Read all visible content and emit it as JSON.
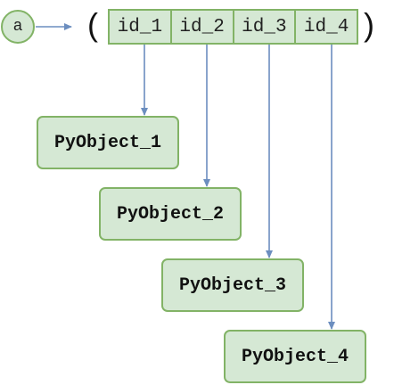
{
  "variable": {
    "label": "a"
  },
  "tuple": {
    "open_paren": "(",
    "close_paren": ")",
    "cells": [
      "id_1",
      "id_2",
      "id_3",
      "id_4"
    ]
  },
  "objects": [
    "PyObject_1",
    "PyObject_2",
    "PyObject_3",
    "PyObject_4"
  ],
  "colors": {
    "fill": "#d5e8d4",
    "stroke": "#82b366",
    "arrow": "#6c8ebf"
  }
}
